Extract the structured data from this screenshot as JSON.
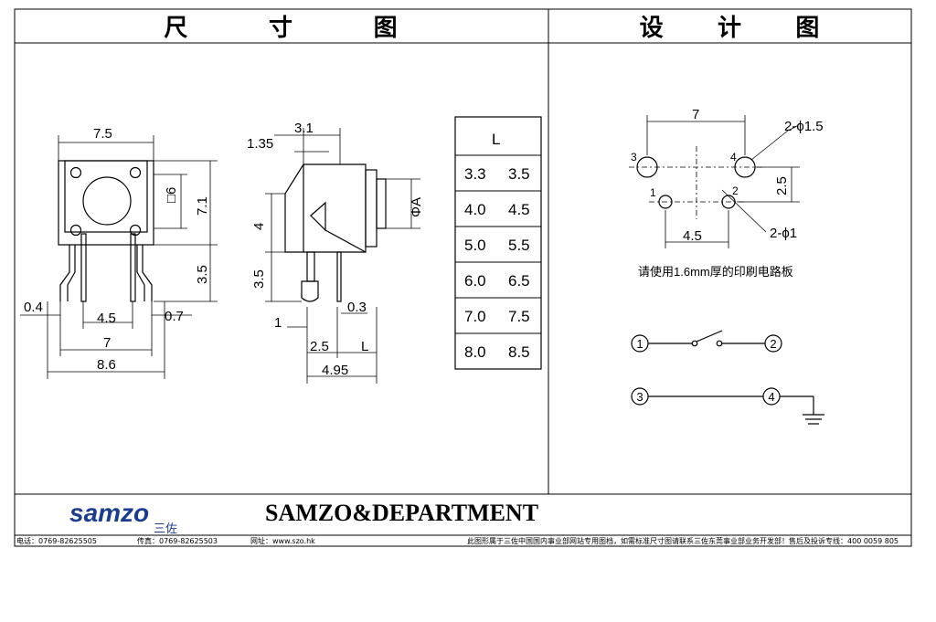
{
  "headers": {
    "left": [
      "尺",
      "寸",
      "图"
    ],
    "right": [
      "设",
      "计",
      "图"
    ]
  },
  "front_view": {
    "dims": {
      "width_top": "7.5",
      "square": "□6",
      "height": "7.1",
      "pin_len": "3.5",
      "pin_w": "0.4",
      "pin_spacing": "4.5",
      "pin_w2": "0.7",
      "outer_7": "7",
      "total": "8.6"
    }
  },
  "side_view": {
    "dims": {
      "top_w": "3.1",
      "offset": "1.35",
      "h4": "4",
      "phiA": "ΦA",
      "h35": "3.5",
      "pin_d": "0.3",
      "one": "1",
      "two_five": "2.5",
      "L": "L",
      "total": "4.95"
    }
  },
  "l_table": {
    "header": "L",
    "rows": [
      [
        "3.3",
        "3.5"
      ],
      [
        "4.0",
        "4.5"
      ],
      [
        "5.0",
        "5.5"
      ],
      [
        "6.0",
        "6.5"
      ],
      [
        "7.0",
        "7.5"
      ],
      [
        "8.0",
        "8.5"
      ]
    ]
  },
  "pcb": {
    "dim_7": "7",
    "hole_big": "2-ϕ1.5",
    "dim_25": "2.5",
    "hole_small": "2-ϕ1",
    "dim_45": "4.5",
    "pin_labels": [
      "1",
      "2",
      "3",
      "4"
    ],
    "note": "请使用1.6mm厚的印刷电路板"
  },
  "schematic": {
    "nodes": [
      "1",
      "2",
      "3",
      "4"
    ]
  },
  "logo": {
    "wordmark": "samzo",
    "sub": "三佐"
  },
  "brand": "SAMZO&DEPARTMENT",
  "footer": {
    "phone": "电话：0769-82625505",
    "fax": "传真：0769-82625503",
    "web": "网址：www.szo.hk",
    "notice": "此图形属于三佐中国国内事业部网站专用图档，如需标准尺寸图请联系三佐东莞事业部业务开发部！售后及投诉专线：400 0059 805"
  }
}
